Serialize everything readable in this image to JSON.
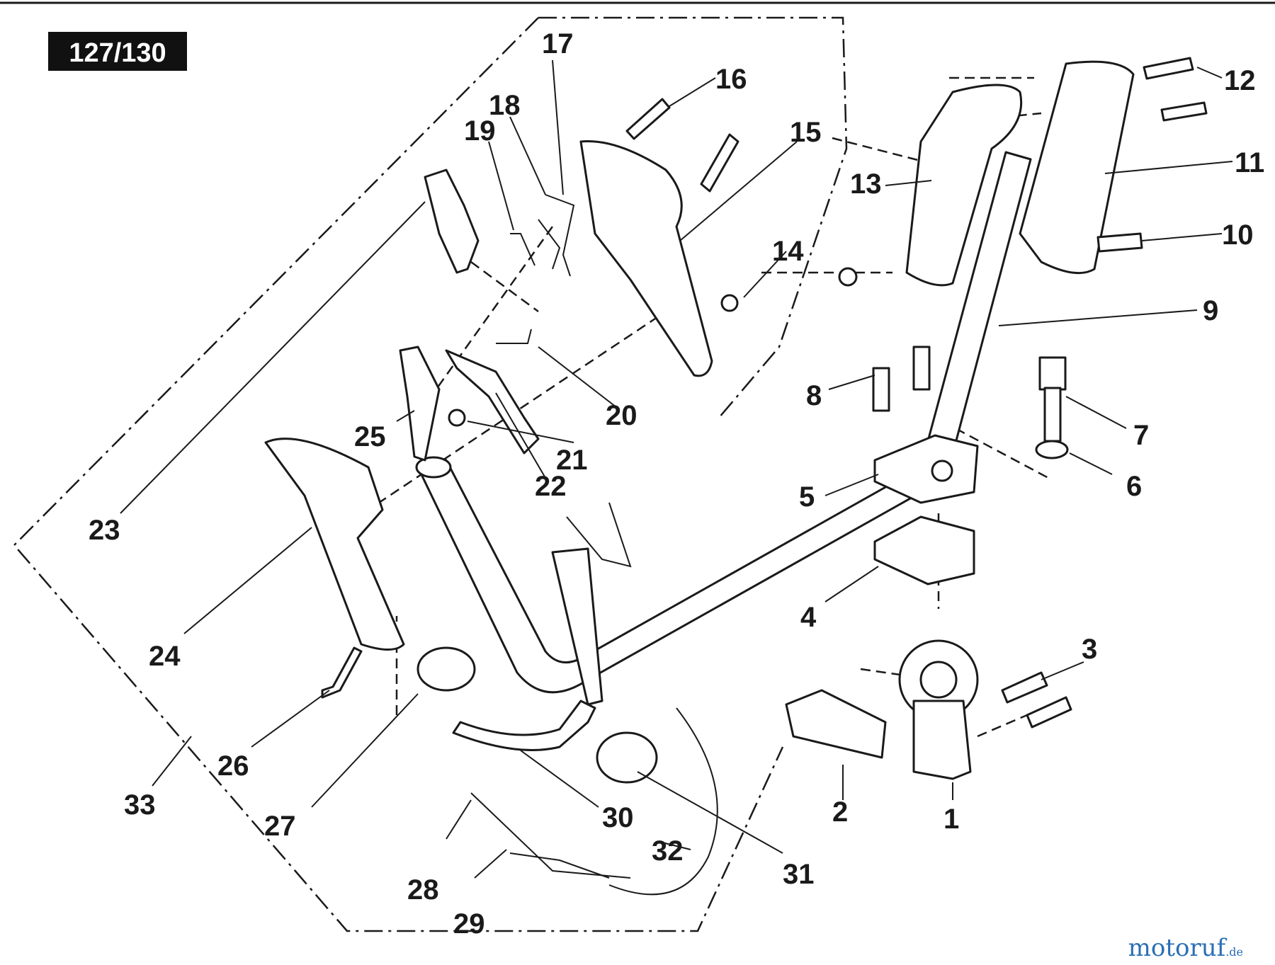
{
  "diagram_label": "127/130",
  "watermark": {
    "text": "motoruf",
    "suffix": ".de",
    "color": "#2a6fb5"
  },
  "callouts": [
    "1",
    "2",
    "3",
    "4",
    "5",
    "6",
    "7",
    "8",
    "9",
    "10",
    "11",
    "12",
    "13",
    "14",
    "15",
    "16",
    "17",
    "18",
    "19",
    "20",
    "21",
    "22",
    "23",
    "24",
    "25",
    "26",
    "27",
    "28",
    "29",
    "30",
    "31",
    "32",
    "33"
  ]
}
